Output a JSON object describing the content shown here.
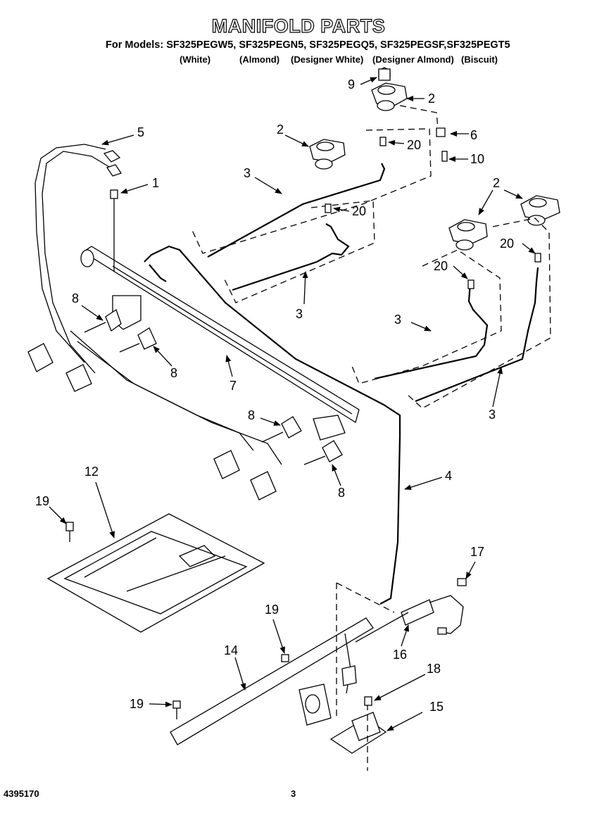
{
  "header": {
    "title": "MANIFOLD PARTS",
    "models_line": "For Models: SF325PEGW5, SF325PEGN5, SF325PEGQ5, SF325PEGSF,SF325PEGT5",
    "color_white": "(White)",
    "color_almond": "(Almond)",
    "color_designer_white": "(Designer White)",
    "color_designer_almond": "(Designer Almond)",
    "color_biscuit": "(Biscuit)"
  },
  "footer": {
    "doc_number": "4395170",
    "page_number": "3"
  },
  "callouts": {
    "c1": "1",
    "c2a": "2",
    "c2b": "2",
    "c2c": "2",
    "c3a": "3",
    "c3b": "3",
    "c3c": "3",
    "c3d": "3",
    "c4": "4",
    "c5": "5",
    "c6": "6",
    "c7": "7",
    "c8a": "8",
    "c8b": "8",
    "c8c": "8",
    "c8d": "8",
    "c9": "9",
    "c10": "10",
    "c12": "12",
    "c14": "14",
    "c15": "15",
    "c16": "16",
    "c17": "17",
    "c18": "18",
    "c19a": "19",
    "c19b": "19",
    "c19c": "19",
    "c20a": "20",
    "c20b": "20",
    "c20c": "20",
    "c20d": "20"
  }
}
